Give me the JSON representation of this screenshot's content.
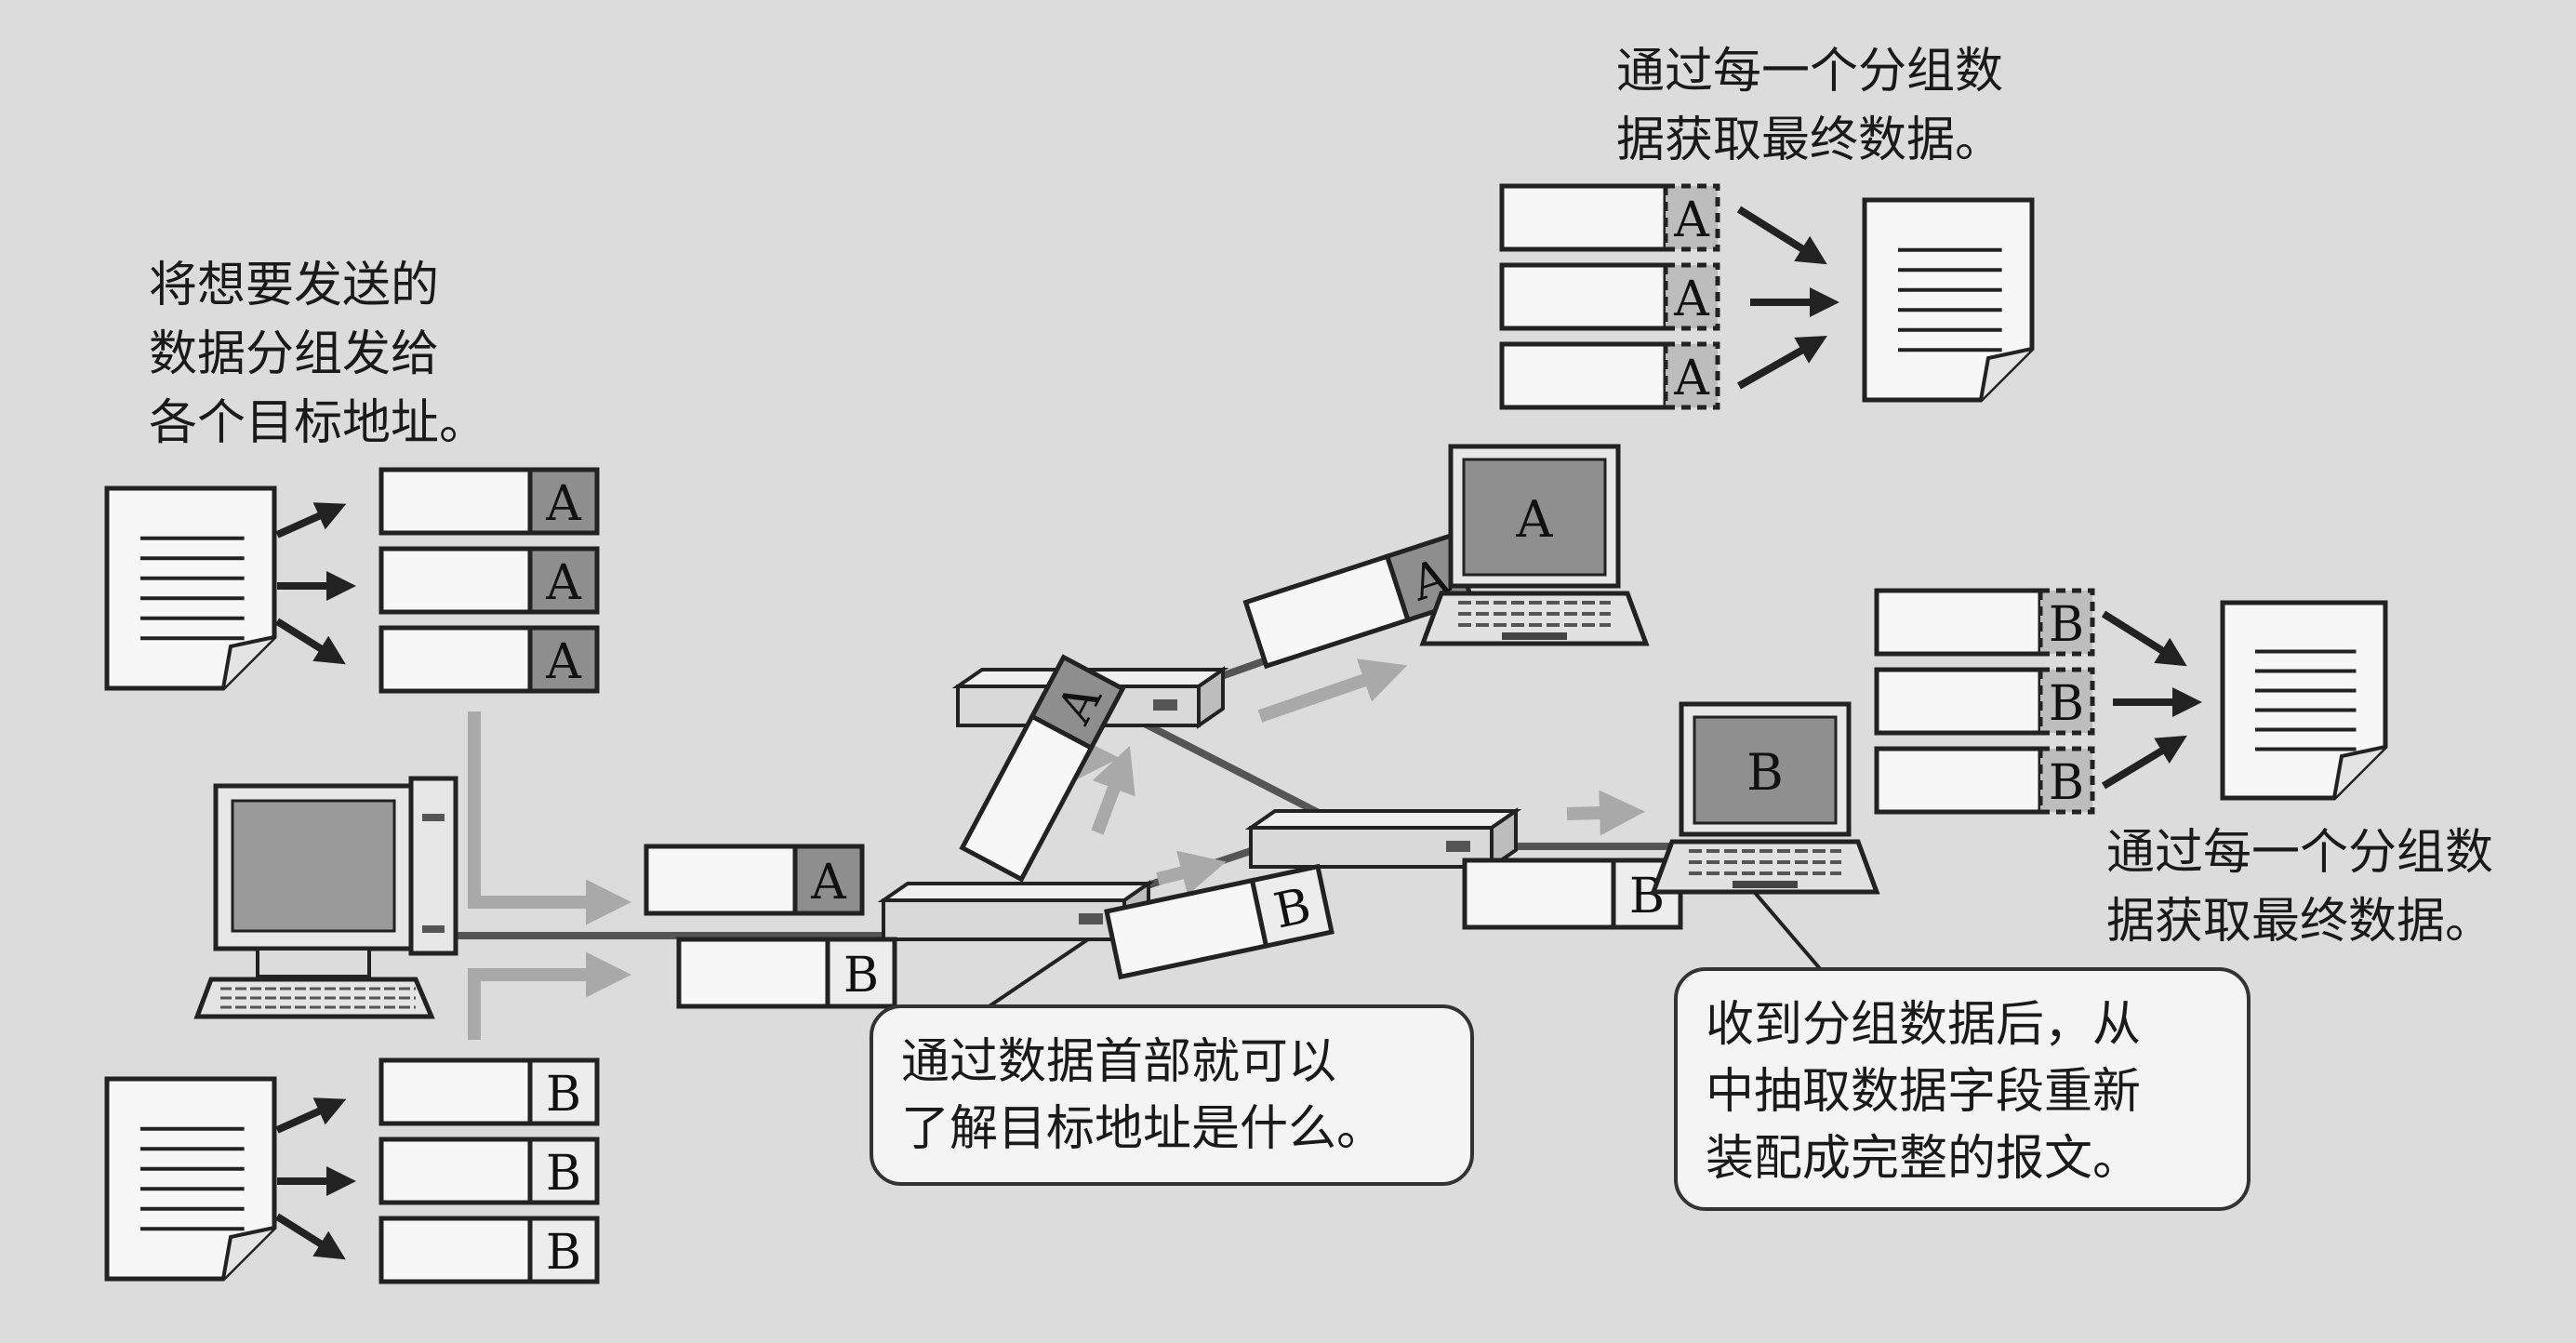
{
  "labels": {
    "send_note": "将想要发送的\n数据分组发给\n各个目标地址。",
    "receive_note_a": "通过每一个分组数\n据获取最终数据。",
    "receive_note_b": "通过每一个分组数\n据获取最终数据。"
  },
  "bubbles": {
    "header": "通过数据首部就可以\n了解目标地址是什么。",
    "reassemble": "收到分组数据后，从\n中抽取数据字段重新\n装配成完整的报文。"
  },
  "devices": {
    "laptop_a": "A",
    "laptop_b": "B"
  },
  "packet_letters": {
    "a": "A",
    "b": "B"
  },
  "colors": {
    "background": "#dcdcdc",
    "ink": "#222222",
    "header_fill": "#8e8e8e",
    "arrow_gray": "#a9a9a9"
  }
}
